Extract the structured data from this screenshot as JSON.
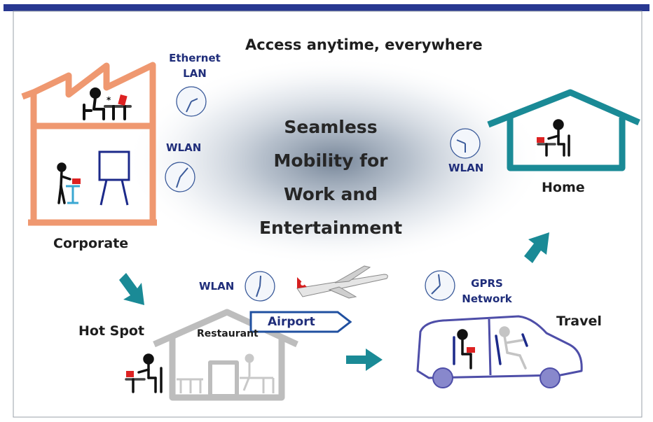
{
  "header": {
    "title": "Access anytime, everywhere"
  },
  "center": {
    "lines": [
      "Seamless",
      "Mobility for",
      "Work and",
      "Entertainment"
    ]
  },
  "places": {
    "corporate": "Corporate",
    "home": "Home",
    "hot_spot": "Hot Spot",
    "restaurant": "Restaurant",
    "airport": "Airport",
    "travel": "Travel"
  },
  "networks": {
    "ethernet_lan": [
      "Ethernet",
      "LAN"
    ],
    "wlan_corporate": "WLAN",
    "wlan_home": "WLAN",
    "wlan_airport": "WLAN",
    "gprs_network": [
      "GPRS",
      "Network"
    ]
  },
  "colors": {
    "top_bar": "#283891",
    "corporate_building": "#ef9870",
    "home_building": "#1a8a96",
    "restaurant_building": "#bdbdbd",
    "car": "#4e4ea8",
    "flow_arrow": "#1a8a96",
    "airport_sign": "#2050a0",
    "clock": "#3a5a9a"
  }
}
